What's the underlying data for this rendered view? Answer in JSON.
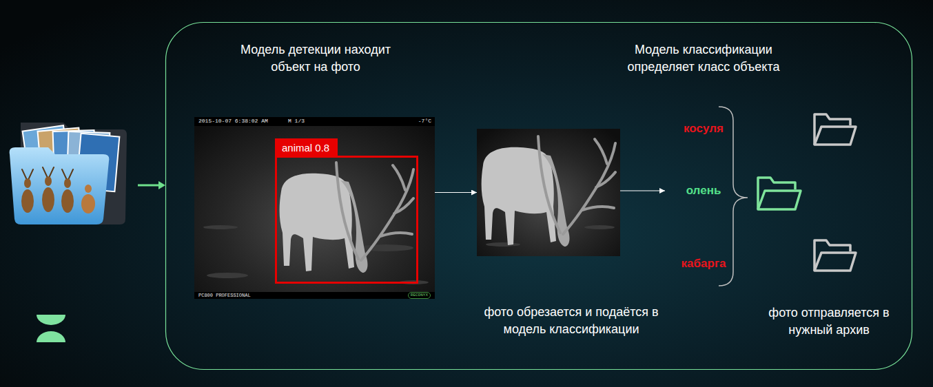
{
  "diagram": {
    "nodes": [
      {
        "text": [
          "2015-10-07 6:38:02 AM",
          "M 1/3",
          "-7°C",
          "PC800 PROFESSIONAL",
          "RECONYX"
        ]
      },
      {
        "text": [
          "animal 0.8"
        ],
        "in": 0
      },
      {
        "text": [
          "фото обрезается и подаётся в модель классификации"
        ]
      },
      {
        "text": [
          "косуля"
        ]
      },
      {
        "text": [
          "олень"
        ]
      },
      {
        "text": [
          "кабарга"
        ]
      }
    ],
    "edges": [
      {
        "from": 0,
        "to": 2,
        "arrow": "to"
      },
      {
        "from": 2,
        "to": 4,
        "arrow": "to"
      }
    ],
    "labels": [
      "Модель детекции находит объект на фото",
      "Модель классификации определяет класс объекта",
      "фото отправляется в нужный архив"
    ]
  }
}
